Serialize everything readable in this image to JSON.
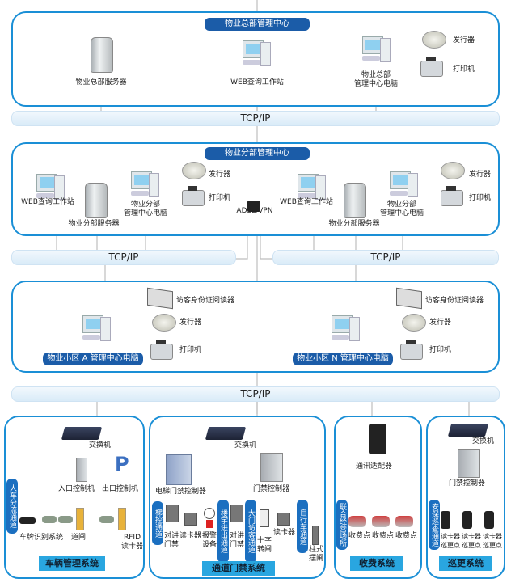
{
  "headquarters": {
    "title": "物业总部管理中心",
    "server": "物业总部服务器",
    "web_station": "WEB查询工作站",
    "pc": "物业总部\n管理中心电脑",
    "issuer": "发行器",
    "printer": "打印机"
  },
  "tcpip": {
    "top": "TCP/IP",
    "left": "TCP/IP",
    "right": "TCP/IP",
    "bottom": "TCP/IP"
  },
  "branch": {
    "title": "物业分部管理中心",
    "vpn": "ADSL/VPN",
    "left": {
      "web_station": "WEB查询工作站",
      "server": "物业分部服务器",
      "pc": "物业分部\n管理中心电脑",
      "issuer": "发行器",
      "printer": "打印机"
    },
    "right": {
      "web_station": "WEB查询工作站",
      "server": "物业分部服务器",
      "pc": "物业分部\n管理中心电脑",
      "issuer": "发行器",
      "printer": "打印机"
    }
  },
  "community": {
    "a": {
      "title": "物业小区 A 管理中心电脑",
      "id_reader": "访客身份证阅读器",
      "issuer": "发行器",
      "printer": "打印机"
    },
    "n": {
      "title": "物业小区 N 管理中心电脑",
      "id_reader": "访客身份证阅读器",
      "issuer": "发行器",
      "printer": "打印机"
    }
  },
  "vehicle": {
    "title": "车辆管理系统",
    "switch": "交换机",
    "entry": "入口控制机",
    "exit": "出口控制机",
    "tag": "人车分流通道",
    "plate": "车牌识别系统",
    "barrier": "道闸",
    "rfid": "RFID\n读卡器"
  },
  "access": {
    "title": "通道门禁系统",
    "switch": "交换机",
    "elevator_ctrl": "电梯门禁控制器",
    "door_ctrl": "门禁控制器",
    "tag1": "梯控通道",
    "tag2": "楼宇进出通道",
    "tag3": "大门访客通道",
    "tag4": "自行车通道",
    "intercom1": "对讲\n门禁",
    "card1": "读卡器",
    "alarm": "报警\n设备",
    "intercom2": "对讲\n门禁",
    "turnstile": "十字\n转闸",
    "card2": "读卡器",
    "swing": "柱式\n摆闸"
  },
  "billing": {
    "title": "收费系统",
    "adapter": "通讯适配器",
    "tag": "联合经营场所",
    "points": [
      "收费点",
      "收费点",
      "收费点"
    ]
  },
  "patrol": {
    "title": "巡更系统",
    "switch": "交换机",
    "door_ctrl": "门禁控制器",
    "tag": "安保巡查通道",
    "points": [
      "读卡器\n巡更点",
      "读卡器\n巡更点",
      "读卡器\n巡更点"
    ]
  }
}
